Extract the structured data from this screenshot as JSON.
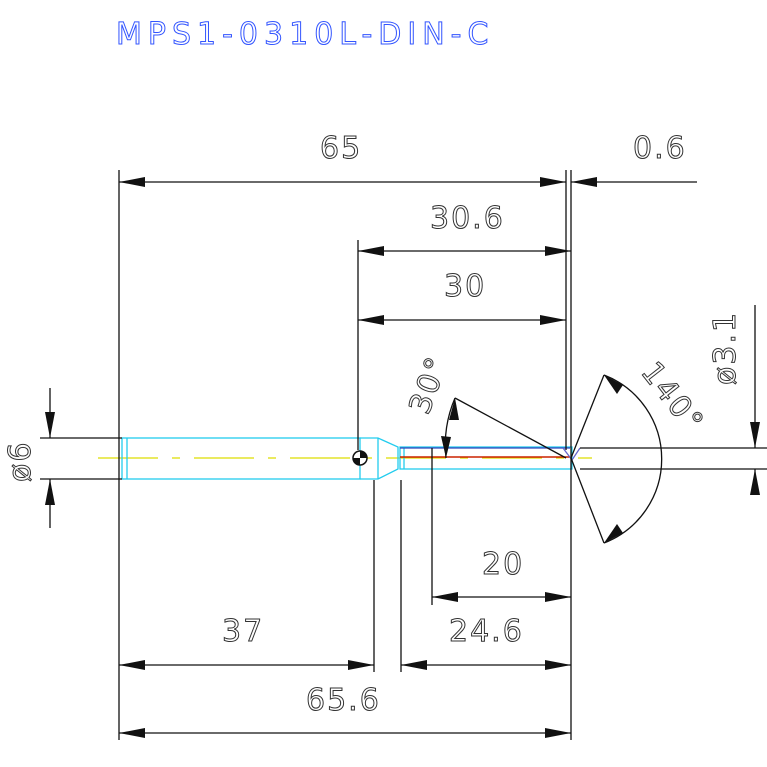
{
  "title": "MPS1-0310L-DIN-C",
  "dimensions": {
    "overall_length": "65",
    "tip_offset": "0.6",
    "length_30_6": "30.6",
    "length_30": "30",
    "angle_30": "30°",
    "point_angle": "140°",
    "tip_diameter": "ø3.1",
    "shank_diameter": "ø6",
    "length_20": "20",
    "shank_length": "37",
    "length_24_6": "24.6",
    "total_length": "65.6"
  },
  "colors": {
    "title": "#3355ff",
    "dimension": "#111111",
    "tool_outline": "#22ccee",
    "center_axis": "#dddd00",
    "cutting_edge": "#cc2200"
  }
}
